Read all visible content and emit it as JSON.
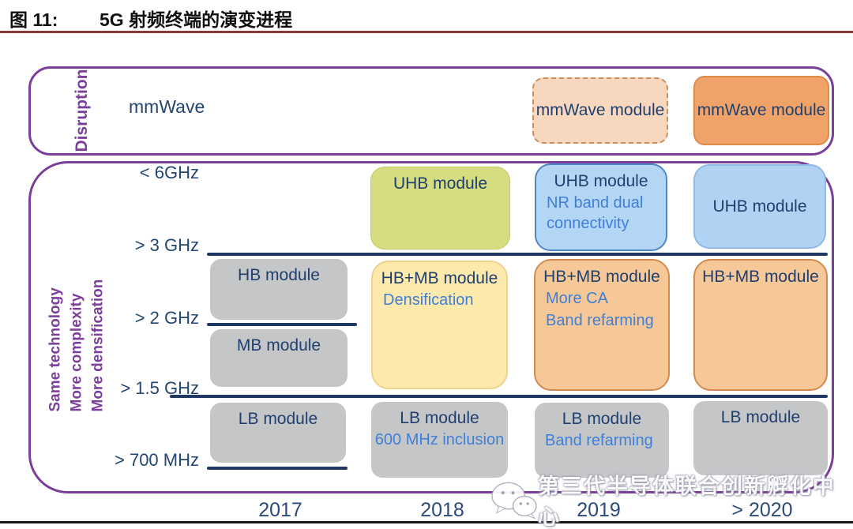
{
  "figure": {
    "label": "图 11:",
    "title": "5G 射频终端的演变进程"
  },
  "timeline": {
    "columns": [
      "2017",
      "2018",
      "2019",
      "> 2020"
    ]
  },
  "disruption_band": {
    "side_label": "Disruption",
    "row_label": "mmWave",
    "modules": {
      "mmwave_2019": {
        "title": "mmWave module"
      },
      "mmwave_2020": {
        "title": "mmWave module"
      }
    }
  },
  "sub6_band": {
    "side_labels": {
      "line1": "Same technology",
      "line2": "More complexity",
      "line3": "More densification"
    },
    "freq_labels": {
      "f6": "< 6GHz",
      "f3": "> 3 GHz",
      "f2": "> 2 GHz",
      "f15": "> 1.5 GHz",
      "f700": "> 700 MHz"
    },
    "modules": {
      "uhb_2018": {
        "title": "UHB module"
      },
      "uhb_2019": {
        "title": "UHB module",
        "sub": "NR band dual connectivity"
      },
      "uhb_2020": {
        "title": "UHB module"
      },
      "hb_2017": {
        "title": "HB module"
      },
      "hbmb_2018": {
        "title": "HB+MB module",
        "sub": "Densification"
      },
      "hbmb_2019": {
        "title": "HB+MB module",
        "sub": "More CA",
        "sub2": "Band refarming"
      },
      "hbmb_2020": {
        "title": "HB+MB module"
      },
      "mb_2017": {
        "title": "MB module"
      },
      "lb_2017": {
        "title": "LB module"
      },
      "lb_2018": {
        "title": "LB module",
        "sub": "600 MHz inclusion"
      },
      "lb_2019": {
        "title": "LB module",
        "sub": "Band refarming"
      },
      "lb_2020": {
        "title": "LB module"
      }
    }
  },
  "watermark": {
    "text": "第三代半导体联合创新孵化中心"
  },
  "colors": {
    "title_rule": "#8e3639",
    "purple_border": "#7b3f9b",
    "navy_text": "#1f3f6e",
    "navy_line": "#1f3864",
    "blue_subtext": "#3f7fd6",
    "gray_module": "#c5c6c8",
    "green_module": "#d6dc80",
    "blue_module": "#b4d6f5",
    "yellow_module": "#fce9ab",
    "peach_module": "#f7c897",
    "orange_module": "#f0a368",
    "dashed_peach_module": "#f8d7bf"
  }
}
